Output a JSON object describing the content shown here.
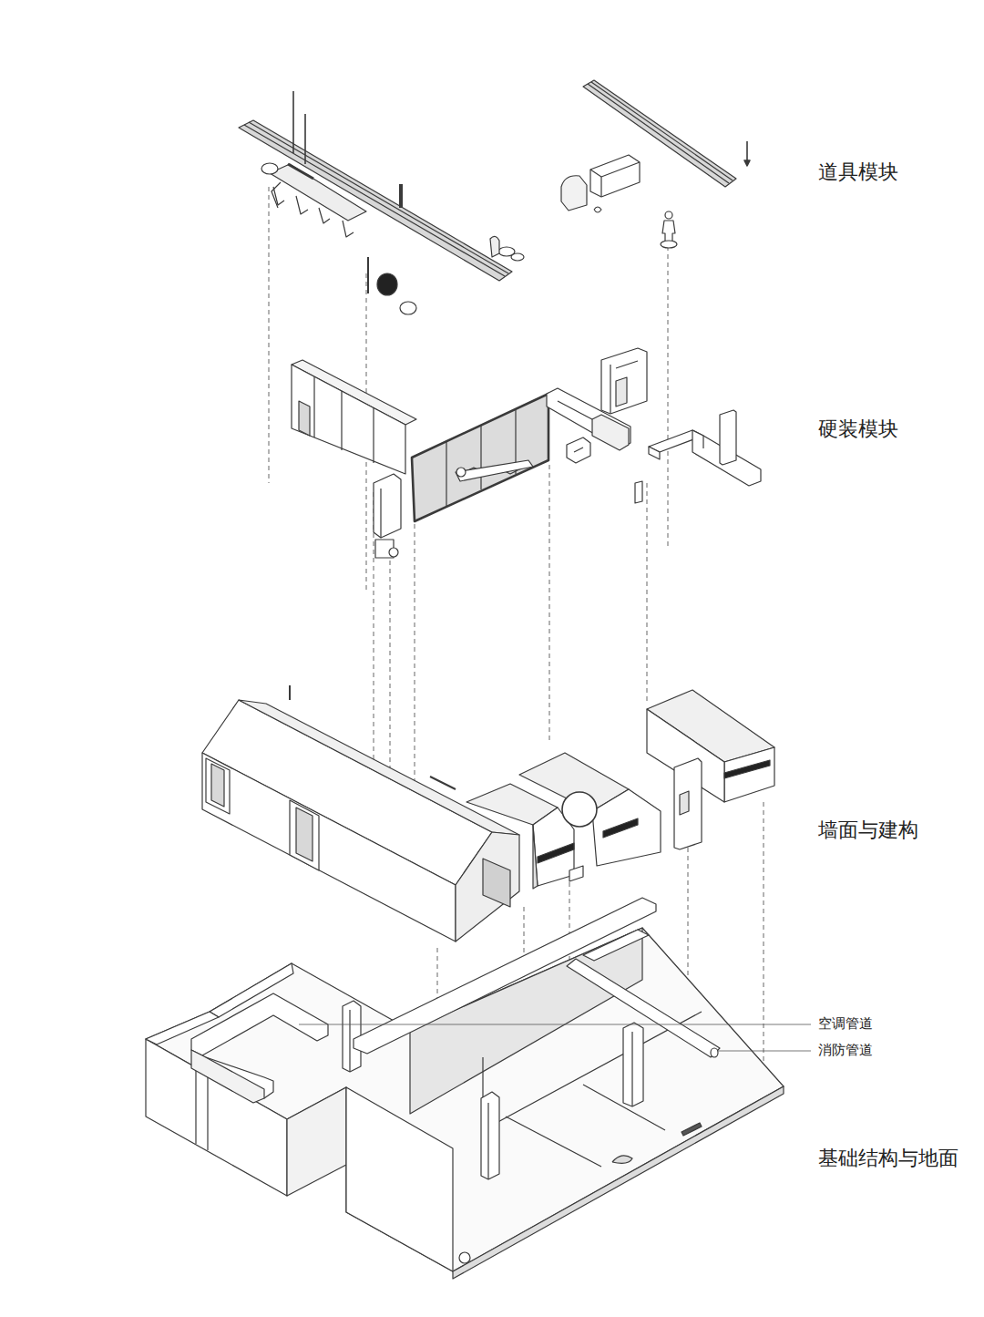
{
  "diagram": {
    "labels": [
      "道具模块",
      "硬装模块",
      "墙面与建构",
      "空调管道",
      "消防管道",
      "基础结构与地面"
    ]
  }
}
